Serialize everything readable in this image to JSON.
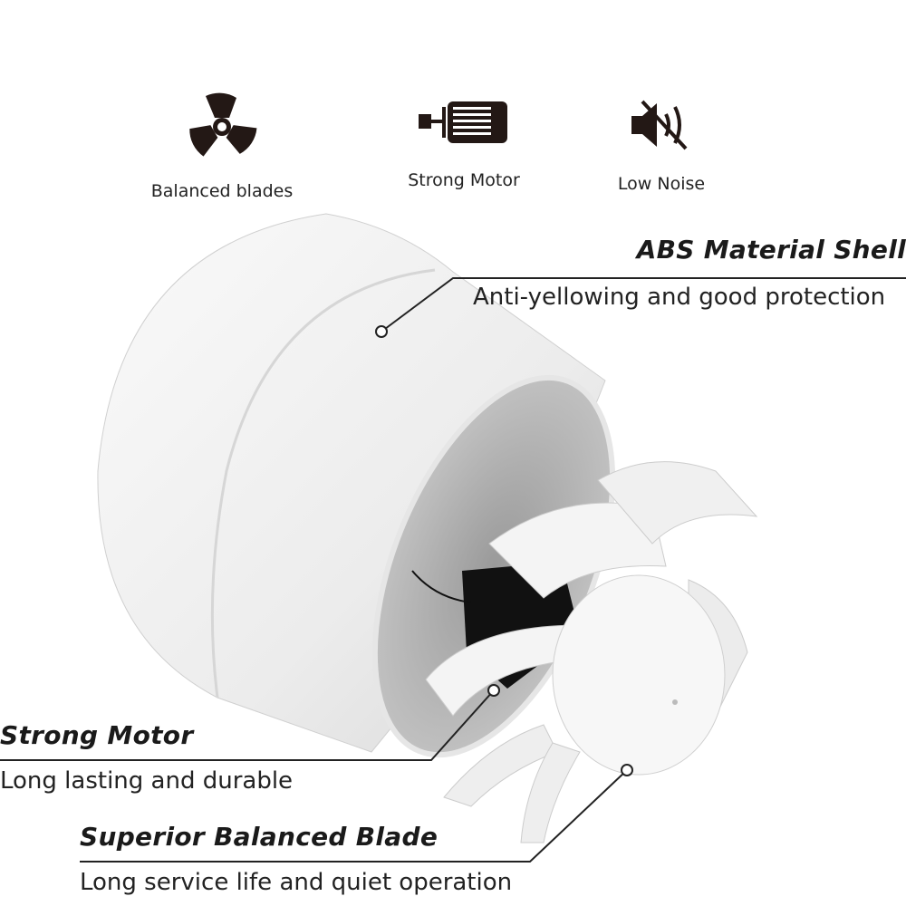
{
  "features": [
    {
      "label": "Balanced blades",
      "icon": "fan-blades-icon"
    },
    {
      "label": "Strong Motor",
      "icon": "motor-icon"
    },
    {
      "label": "Low Noise",
      "icon": "mute-speaker-icon"
    }
  ],
  "callouts": {
    "shell": {
      "title": "ABS Material Shell",
      "subtitle": "Anti-yellowing and good protection"
    },
    "motor": {
      "title": "Strong Motor",
      "subtitle": "Long lasting and durable"
    },
    "blade": {
      "title": "Superior Balanced Blade",
      "subtitle": "Long service life and quiet operation"
    }
  },
  "colors": {
    "icon": "#231815",
    "text": "#1a1a1a",
    "shell": "#f2f2f2"
  }
}
